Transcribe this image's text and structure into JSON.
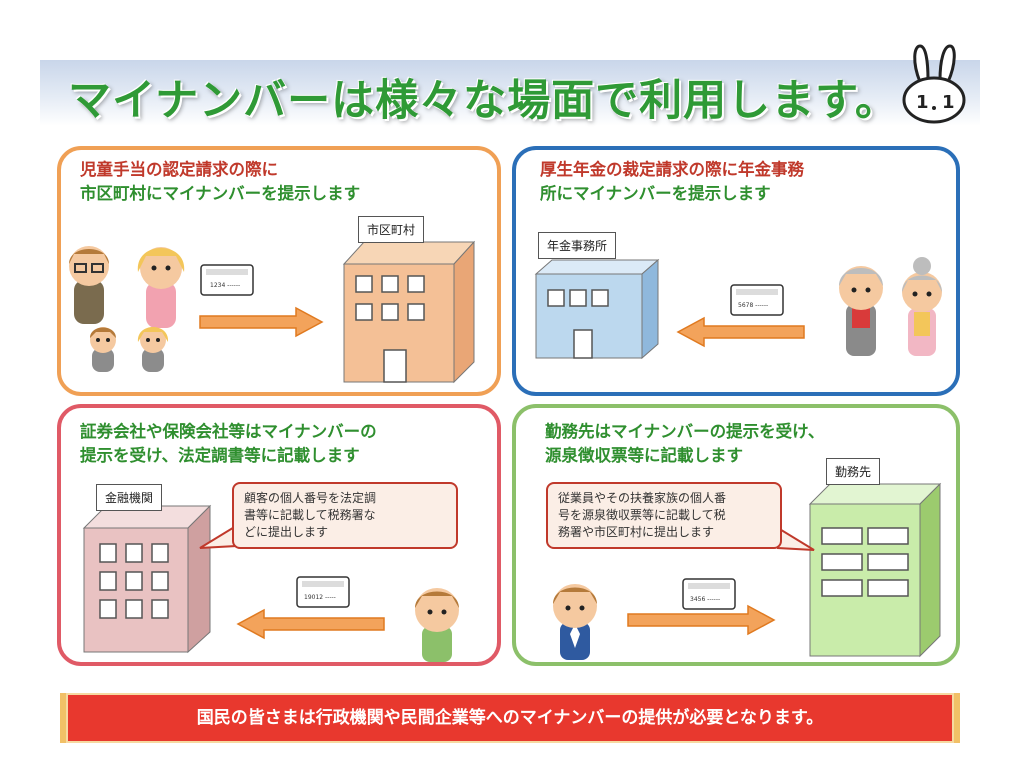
{
  "title": "マイナンバーは様々な場面で利用します。",
  "mascot": {
    "icon": "rabbit-mascot-icon",
    "text": "1 1"
  },
  "panels": [
    {
      "id": "city",
      "heading_lines": [
        "児童手当の認定請求の際に",
        "市区町村にマイナンバーを提示します"
      ],
      "building_label": "市区町村",
      "card_number": "1234 ------",
      "colors": {
        "border": "#f0a055",
        "building": "#f4c096"
      }
    },
    {
      "id": "pension",
      "heading_lines": [
        "厚生年金の裁定請求の際に年金事務",
        "所にマイナンバーを提示します"
      ],
      "building_label": "年金事務所",
      "card_number": "5678 ------",
      "colors": {
        "border": "#2b6fb8",
        "building": "#bcd8ee"
      }
    },
    {
      "id": "finance",
      "heading_lines": [
        "証券会社や保険会社等はマイナンバーの",
        "提示を受け、法定調書等に記載します"
      ],
      "building_label": "金融機関",
      "note_lines": [
        "顧客の個人番号を法定調",
        "書等に記載して税務署な",
        "どに提出します"
      ],
      "card_number": "19012 -----",
      "colors": {
        "border": "#e05a66",
        "building": "#e9c2c2"
      }
    },
    {
      "id": "work",
      "heading_lines": [
        "勤務先はマイナンバーの提示を受け、",
        "源泉徴収票等に記載します"
      ],
      "building_label": "勤務先",
      "note_lines": [
        "従業員やその扶養家族の個人番",
        "号を源泉徴収票等に記載して税",
        "務署や市区町村に提出します"
      ],
      "card_number": "3456 ------",
      "colors": {
        "border": "#8cc06a",
        "building": "#c9ecaa"
      }
    }
  ],
  "footer": "国民の皆さまは行政機関や民間企業等へのマイナンバーの提供が必要となります。"
}
